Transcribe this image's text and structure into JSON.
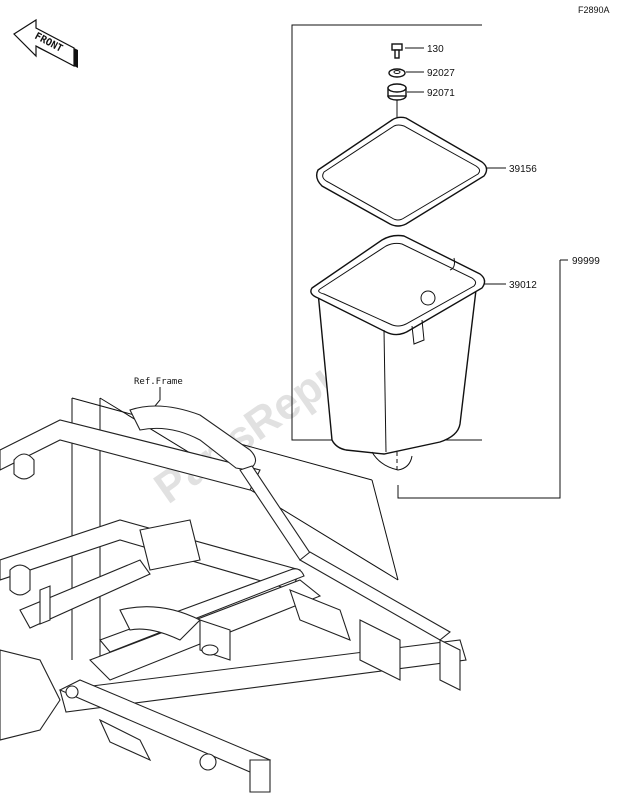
{
  "figure_code": "F2890A",
  "front_label": "FRONT",
  "ref_frame_label": "Ref.Frame",
  "watermark": "PartsRepublik",
  "parts": [
    {
      "number": "130"
    },
    {
      "number": "92027"
    },
    {
      "number": "92071"
    },
    {
      "number": "39156"
    },
    {
      "number": "39012"
    },
    {
      "number": "99999"
    }
  ]
}
